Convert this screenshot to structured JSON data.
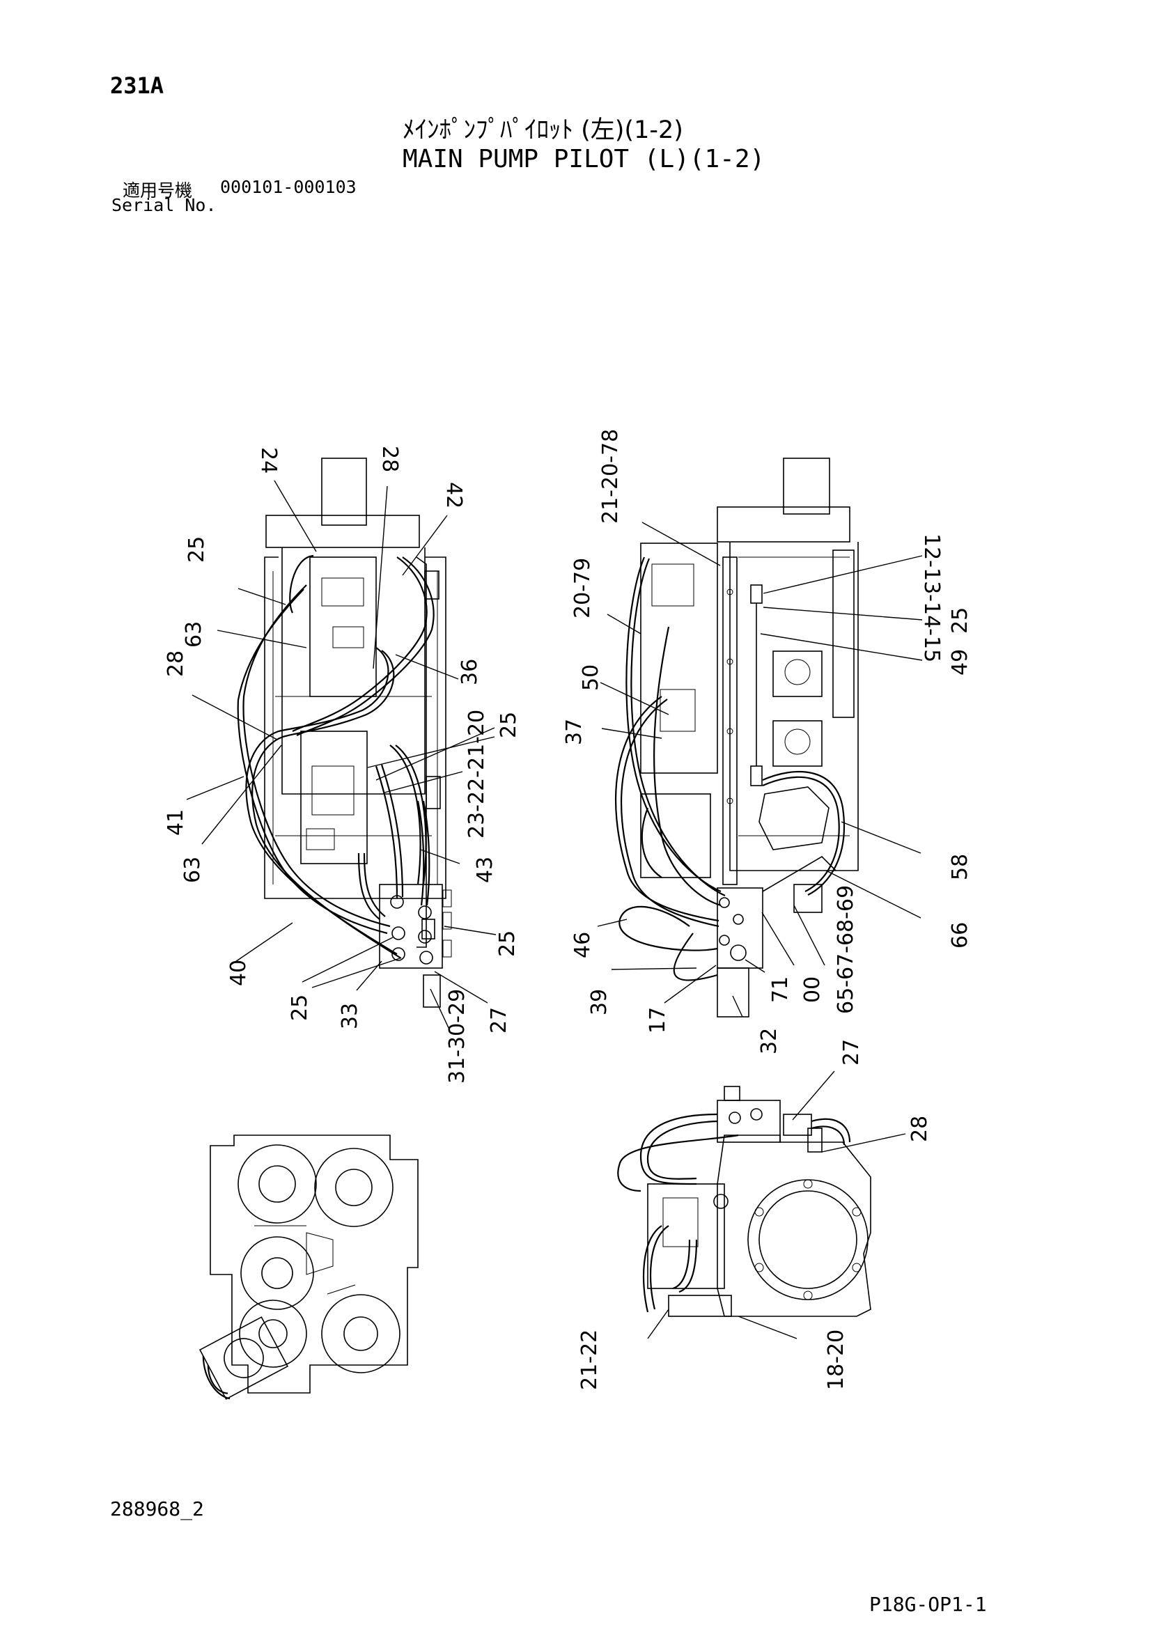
{
  "header": {
    "page_number": "231A",
    "title_jp": "ﾒｲﾝﾎﾟﾝﾌﾟﾊﾟｲﾛｯﾄ (左)(1-2)",
    "title_en": "MAIN PUMP PILOT (L)(1-2)",
    "serial_label_jp": "適用号機",
    "serial_range": "000101-000103",
    "serial_label_en": "Serial No."
  },
  "footer": {
    "document_code": "288968_2",
    "sheet_code": "P18G-OP1-1"
  },
  "callouts": {
    "left_view": [
      "24",
      "28",
      "42",
      "25",
      "63",
      "28",
      "36",
      "25",
      "41",
      "63",
      "23-22-21-20",
      "43",
      "40",
      "25",
      "25",
      "33",
      "27",
      "31-30-29"
    ],
    "right_view": [
      "21-20-78",
      "12-13-14-15",
      "20-79",
      "25",
      "49",
      "50",
      "37",
      "58",
      "66",
      "46",
      "39",
      "17",
      "71",
      "00",
      "32",
      "65-67-68-69"
    ],
    "bottom_view": [
      "27",
      "28",
      "21-22",
      "18-20"
    ]
  }
}
